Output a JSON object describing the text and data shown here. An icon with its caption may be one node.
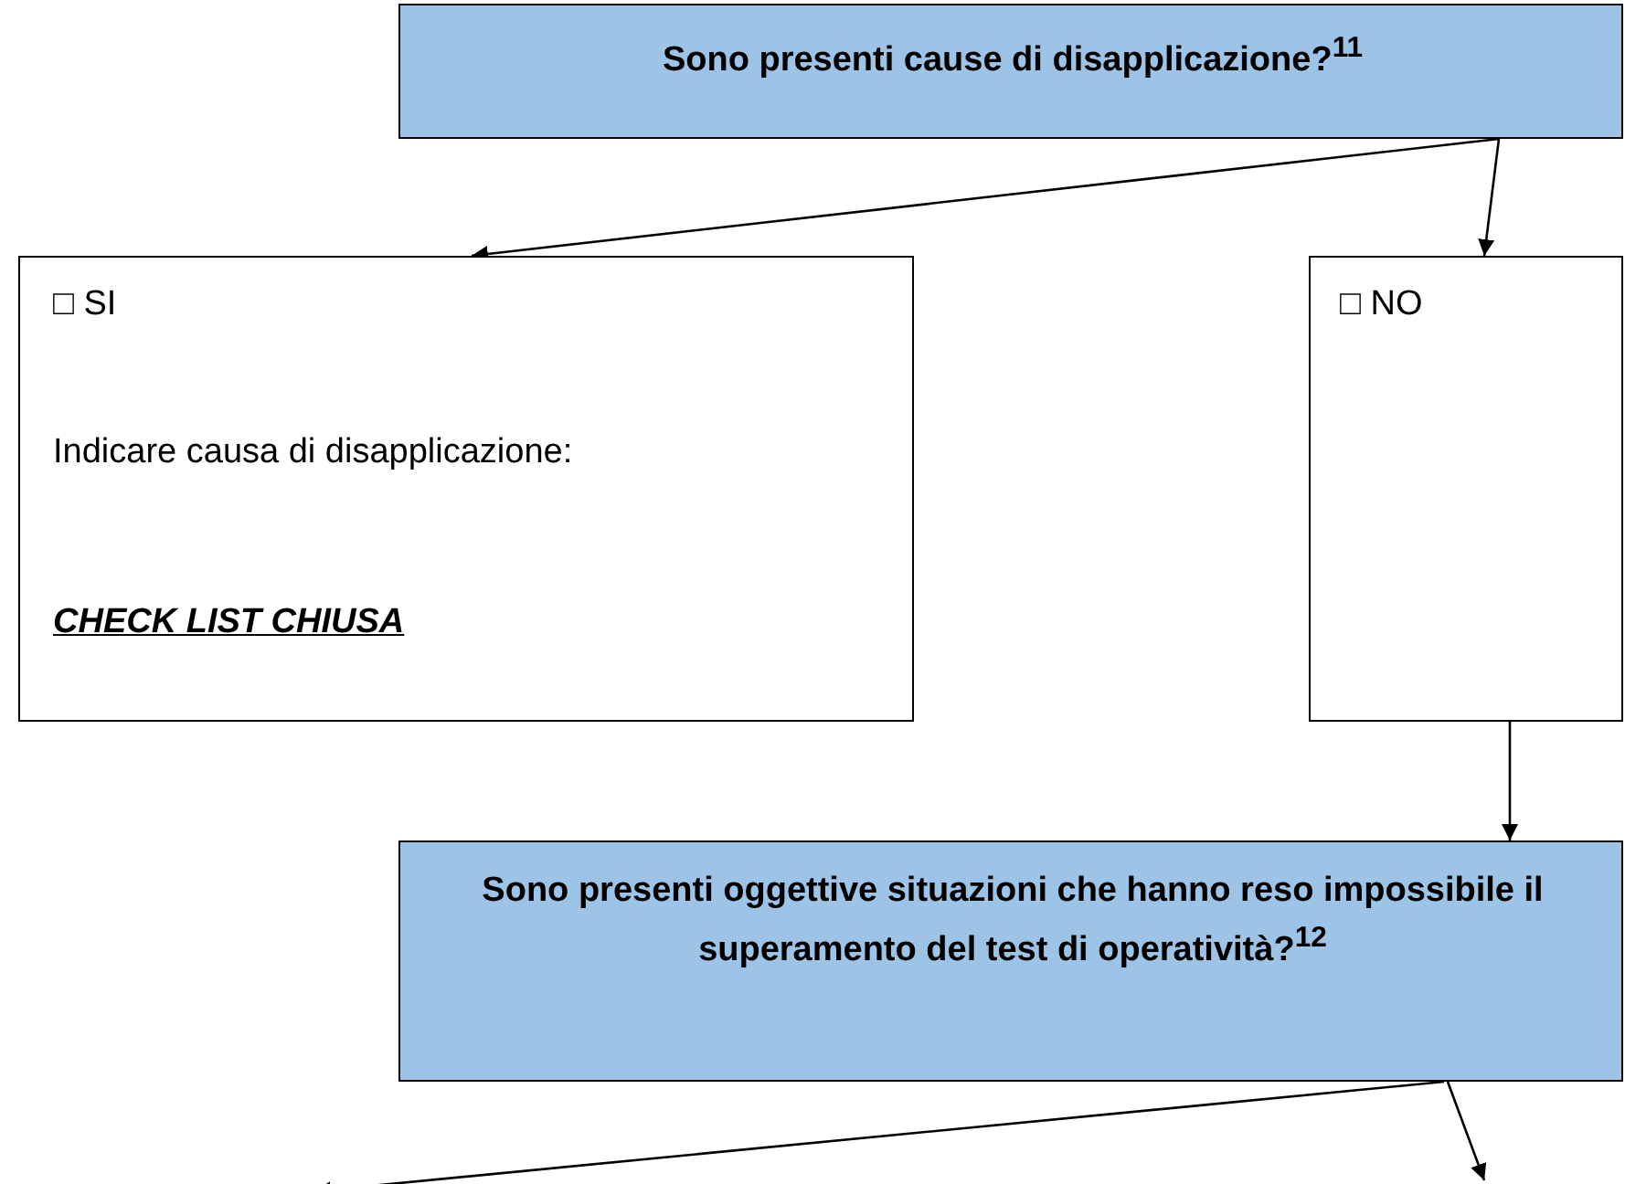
{
  "diagram": {
    "nodes": [
      {
        "text": [
          "Sono presenti cause di disapplicazione?$^{11}$"
        ]
      },
      {
        "text": [
          "□ SI",
          "Indicare causa di disapplicazione:",
          "CHECK LIST CHIUSA"
        ]
      },
      {
        "text": [
          "□ NO"
        ]
      },
      {
        "text": [
          "Sono presenti oggettive situazioni che hanno reso impossibile il superamento del test di operatività?$^{12}$"
        ]
      }
    ],
    "edges": [
      {
        "from": 0,
        "to": 1,
        "arrow": "to"
      },
      {
        "from": 0,
        "to": 2,
        "arrow": "to"
      },
      {
        "from": 2,
        "to": 3,
        "arrow": "to"
      },
      {
        "from": 3,
        "to": null,
        "arrow": "to"
      },
      {
        "from": 3,
        "to": null,
        "arrow": "to"
      }
    ]
  }
}
